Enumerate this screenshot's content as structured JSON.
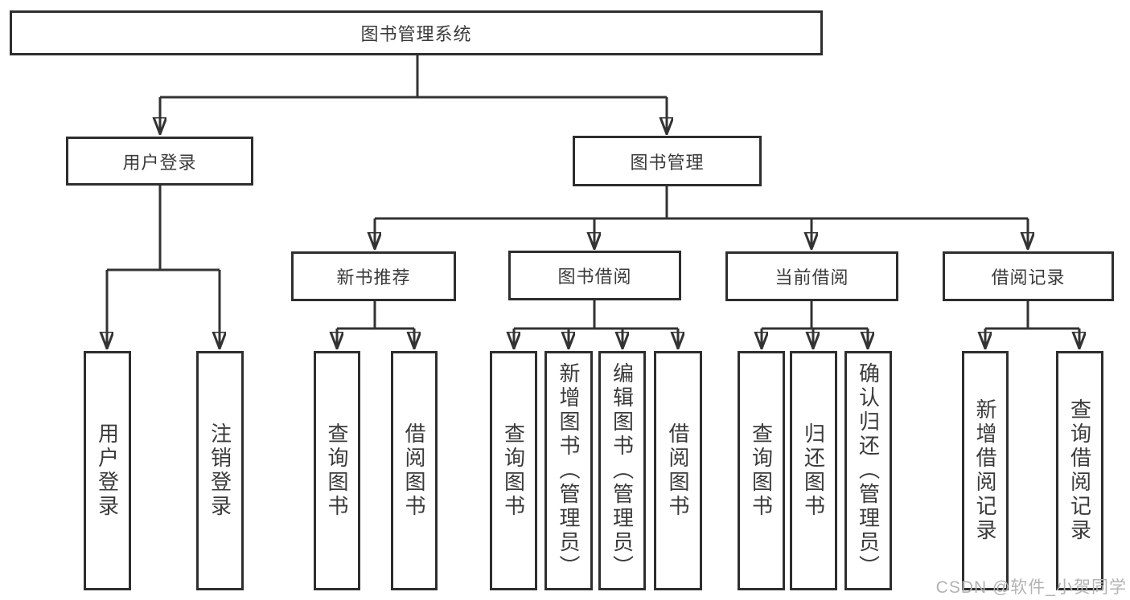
{
  "diagram_type": "functional-structure-tree",
  "colors": {
    "background": "#ffffff",
    "line": "#333333",
    "box_border": "#2e2e2e",
    "text": "#3a3a3a",
    "watermark": "#b3b3b3"
  },
  "tree": {
    "root": "图书管理系统",
    "level2": [
      {
        "id": "user-login",
        "label": "用户登录"
      },
      {
        "id": "book-management",
        "label": "图书管理"
      }
    ],
    "level3": [
      {
        "id": "new-book-recommend",
        "parent": "图书管理",
        "label": "新书推荐"
      },
      {
        "id": "book-borrowing",
        "parent": "图书管理",
        "label": "图书借阅"
      },
      {
        "id": "current-borrowing",
        "parent": "图书管理",
        "label": "当前借阅"
      },
      {
        "id": "borrowing-records",
        "parent": "图书管理",
        "label": "借阅记录"
      }
    ],
    "leaves": [
      {
        "parent": "用户登录",
        "label": "用户登录"
      },
      {
        "parent": "用户登录",
        "label": "注销登录"
      },
      {
        "parent": "新书推荐",
        "label": "查询图书"
      },
      {
        "parent": "新书推荐",
        "label": "借阅图书"
      },
      {
        "parent": "图书借阅",
        "label": "查询图书"
      },
      {
        "parent": "图书借阅",
        "label": "新增图书（管理员）"
      },
      {
        "parent": "图书借阅",
        "label": "编辑图书（管理员）"
      },
      {
        "parent": "图书借阅",
        "label": "借阅图书"
      },
      {
        "parent": "当前借阅",
        "label": "查询图书"
      },
      {
        "parent": "当前借阅",
        "label": "归还图书"
      },
      {
        "parent": "当前借阅",
        "label": "确认归还（管理员）"
      },
      {
        "parent": "借阅记录",
        "label": "新增借阅记录"
      },
      {
        "parent": "借阅记录",
        "label": "查询借阅记录"
      }
    ]
  },
  "watermark": "CSDN @软件_小贺同学"
}
